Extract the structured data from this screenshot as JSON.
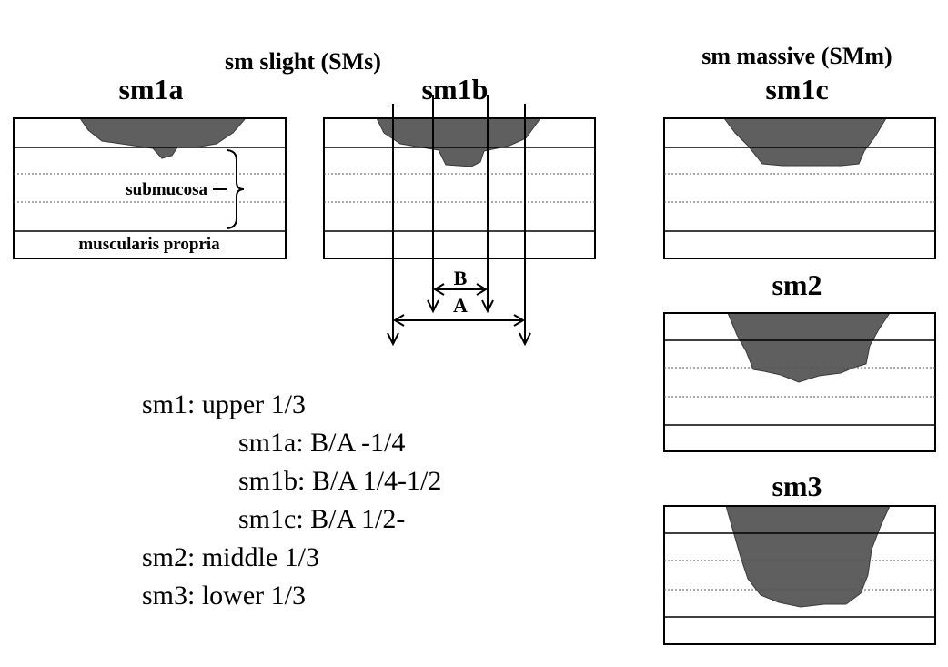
{
  "groups": {
    "slight": "sm slight (SMs)",
    "massive": "sm massive (SMm)"
  },
  "panels": {
    "sm1a": {
      "title": "sm1a",
      "submucosa": "submucosa",
      "muscularis": "muscularis propria"
    },
    "sm1b": {
      "title": "sm1b",
      "label_b": "B",
      "label_a": "A"
    },
    "sm1c": {
      "title": "sm1c"
    },
    "sm2": {
      "title": "sm2"
    },
    "sm3": {
      "title": "sm3"
    }
  },
  "legend": [
    "sm1: upper 1/3",
    "sm1a: B/A -1/4",
    "sm1b: B/A 1/4-1/2",
    "sm1c: B/A 1/2-",
    "sm2: middle 1/3",
    "sm3: lower 1/3"
  ],
  "colors": {
    "lesion": "#5f5f5f",
    "line": "#000000"
  }
}
